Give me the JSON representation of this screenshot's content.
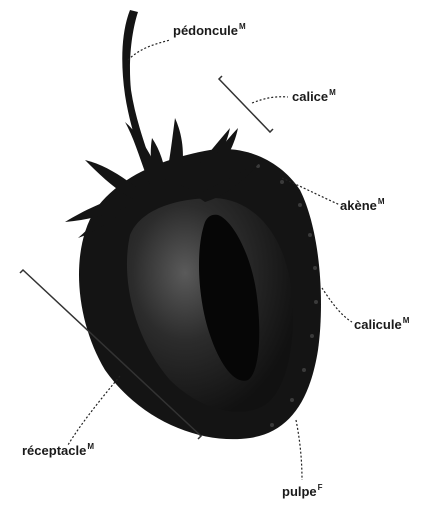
{
  "labels": {
    "peduncle": {
      "text": "pédoncule",
      "gender": "M"
    },
    "calyx": {
      "text": "calice",
      "gender": "M"
    },
    "achene": {
      "text": "akène",
      "gender": "M"
    },
    "epicalyx": {
      "text": "calicule",
      "gender": "M"
    },
    "receptacle": {
      "text": "réceptacle",
      "gender": "M"
    },
    "pulp": {
      "text": "pulpe",
      "gender": "F"
    }
  },
  "colors": {
    "fruit": "#121212",
    "flesh_highlight": "#4a4a4a",
    "cavity": "#050505",
    "leader": "#222222"
  }
}
